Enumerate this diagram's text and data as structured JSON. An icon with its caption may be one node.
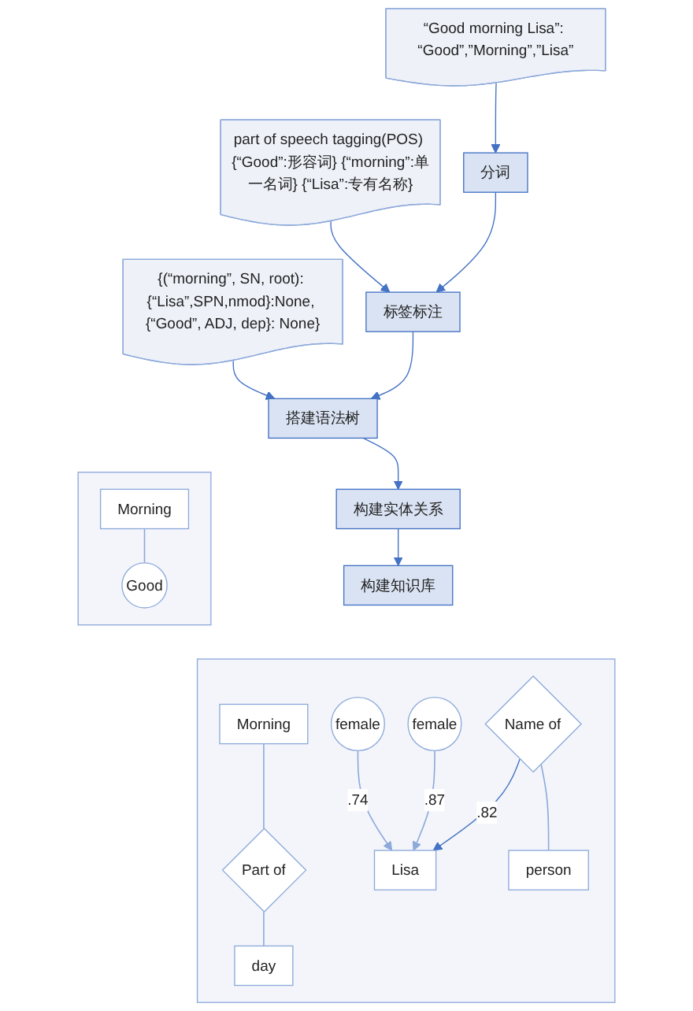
{
  "diagram": {
    "nodes": [
      {
        "text": [
          "分词"
        ]
      },
      {
        "text": [
          "“Good morning Lisa”: “Good”,”Morning”,”Lisa”"
        ]
      },
      {
        "text": [
          "标签标注"
        ]
      },
      {
        "text": [
          "part of speech tagging(POS) {“Good”:形容词} {“morning”:单一名词} {“Lisa”:专有名称}"
        ]
      },
      {
        "text": [
          "搭建语法树"
        ]
      },
      {
        "text": [
          "{(“morning”, SN, root): {“Lisa”,SPN,nmod}:None, {“Good”, ADJ, dep}: None}"
        ]
      },
      {
        "text": [
          "构建实体关系"
        ]
      },
      {
        "text": [],
        "shape": "box"
      },
      {
        "text": [
          "Morning"
        ],
        "in": 7
      },
      {
        "text": [
          "Good"
        ],
        "in": 7
      },
      {
        "text": [
          "构建知识库"
        ]
      },
      {
        "text": [],
        "shape": "box"
      },
      {
        "text": [
          "Morning"
        ],
        "in": 11
      },
      {
        "text": [
          "Part of"
        ],
        "in": 11
      },
      {
        "text": [
          "day"
        ],
        "in": 11
      },
      {
        "text": [
          "Lisa"
        ],
        "in": 11
      },
      {
        "text": [
          "Name of"
        ],
        "in": 11
      },
      {
        "text": [
          "person"
        ],
        "in": 11
      },
      {
        "text": [
          "female"
        ],
        "in": 11
      },
      {
        "text": [
          "female"
        ],
        "in": 11
      }
    ],
    "edges": [
      {
        "from": 1,
        "to": 0,
        "arrow": "to"
      },
      {
        "from": 0,
        "to": 2,
        "arrow": "to"
      },
      {
        "from": 3,
        "to": 2,
        "arrow": "to"
      },
      {
        "from": 2,
        "to": 4,
        "arrow": "to"
      },
      {
        "from": 5,
        "to": 4,
        "arrow": "to"
      },
      {
        "from": 4,
        "to": 6,
        "arrow": "to"
      },
      {
        "from": 6,
        "to": 10,
        "arrow": "to"
      },
      {
        "from": 8,
        "to": 9,
        "arrow": "none",
        "color": "#8eaadb"
      },
      {
        "from": 12,
        "to": 13,
        "arrow": "none",
        "color": "#8eaadb"
      },
      {
        "from": 13,
        "to": 14,
        "arrow": "none",
        "color": "#8eaadb"
      },
      {
        "from": 16,
        "to": 15,
        "arrow": "to",
        "label": ".82"
      },
      {
        "from": 16,
        "to": 17,
        "arrow": "none",
        "color": "#8eaadb"
      },
      {
        "from": 18,
        "to": 15,
        "arrow": "to",
        "label": ".87",
        "color": "#8eaadb"
      },
      {
        "from": 19,
        "to": 15,
        "arrow": "to",
        "label": ".74",
        "color": "#8eaadb"
      }
    ]
  }
}
